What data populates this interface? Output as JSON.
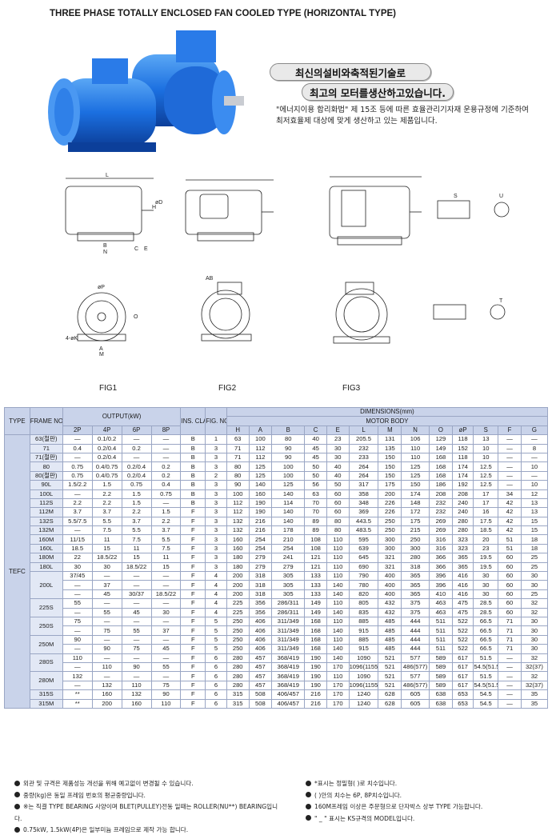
{
  "header": {
    "title": "THREE PHASE TOTALLY ENCLOSED FAN COOLED TYPE (HORIZONTAL TYPE)",
    "pill1": "최신의설비와축적된기술로",
    "pill2": "최고의 모터를생산하고있습니다.",
    "desc": "\"에너지이용 합리화법\" 제 15조 등에 따른 효율관리기자재 운용규정에 기준하여 최저효율제 대상에 맞게 생산하고 있는 제품입니다."
  },
  "figures": {
    "fig1": "FIG1",
    "fig2": "FIG2",
    "fig3": "FIG3",
    "dim_letters": [
      "L",
      "H",
      "B",
      "N",
      "C",
      "E",
      "øD",
      "A",
      "M",
      "4-øK",
      "øP",
      "O",
      "AB",
      "S",
      "U",
      "T"
    ]
  },
  "table": {
    "h_type": "TYPE",
    "h_frame": "FRAME NO.",
    "h_output": "OUTPUT(kW)",
    "h_ins": "INS. CLASS",
    "h_fig": "FIG. NO.",
    "h_dims": "DIMENSIONS(mm)",
    "h_body": "MOTOR BODY",
    "poles": [
      "2P",
      "4P",
      "6P",
      "8P"
    ],
    "dim_cols": [
      "H",
      "A",
      "B",
      "C",
      "E",
      "L",
      "M",
      "N",
      "O",
      "øP",
      "S",
      "F",
      "G"
    ],
    "type_label": "TEFC",
    "rows": [
      [
        "63(철판)",
        "—",
        "0.1/0.2",
        "—",
        "—",
        "B",
        "1",
        "63",
        "100",
        "80",
        "40",
        "23",
        "205.5",
        "131",
        "106",
        "129",
        "118",
        "13",
        "—",
        "—"
      ],
      [
        "71",
        "0.4",
        "0.2/0.4",
        "0.2",
        "—",
        "B",
        "3",
        "71",
        "112",
        "90",
        "45",
        "30",
        "232",
        "135",
        "110",
        "149",
        "152",
        "10",
        "—",
        "8"
      ],
      [
        "71(철판)",
        "—",
        "0.2/0.4",
        "—",
        "—",
        "B",
        "3",
        "71",
        "112",
        "90",
        "45",
        "30",
        "233",
        "150",
        "110",
        "168",
        "118",
        "10",
        "—",
        "—"
      ],
      [
        "80",
        "0.75",
        "0.4/0.75",
        "0.2/0.4",
        "0.2",
        "B",
        "3",
        "80",
        "125",
        "100",
        "50",
        "40",
        "264",
        "150",
        "125",
        "168",
        "174",
        "12.5",
        "—",
        "10"
      ],
      [
        "80(철판)",
        "0.75",
        "0.4/0.75",
        "0.2/0.4",
        "0.2",
        "B",
        "2",
        "80",
        "125",
        "100",
        "50",
        "40",
        "264",
        "150",
        "125",
        "168",
        "174",
        "12.5",
        "—",
        "—"
      ],
      [
        "90L",
        "1.5/2.2",
        "1.5",
        "0.75",
        "0.4",
        "B",
        "3",
        "90",
        "140",
        "125",
        "56",
        "50",
        "317",
        "175",
        "150",
        "186",
        "192",
        "12.5",
        "—",
        "10"
      ],
      [
        "100L",
        "—",
        "2.2",
        "1.5",
        "0.75",
        "B",
        "3",
        "100",
        "160",
        "140",
        "63",
        "60",
        "358",
        "200",
        "174",
        "208",
        "208",
        "17",
        "34",
        "12"
      ],
      [
        "112S",
        "2.2",
        "2.2",
        "1.5",
        "—",
        "B",
        "3",
        "112",
        "190",
        "114",
        "70",
        "60",
        "348",
        "226",
        "148",
        "232",
        "240",
        "17",
        "42",
        "13"
      ],
      [
        "112M",
        "3.7",
        "3.7",
        "2.2",
        "1.5",
        "F",
        "3",
        "112",
        "190",
        "140",
        "70",
        "60",
        "369",
        "226",
        "172",
        "232",
        "240",
        "16",
        "42",
        "13"
      ],
      [
        "132S",
        "5.5/7.5",
        "5.5",
        "3.7",
        "2.2",
        "F",
        "3",
        "132",
        "216",
        "140",
        "89",
        "80",
        "443.5",
        "250",
        "175",
        "269",
        "280",
        "17.5",
        "42",
        "15"
      ],
      [
        "132M",
        "—",
        "7.5",
        "5.5",
        "3.7",
        "F",
        "3",
        "132",
        "216",
        "178",
        "89",
        "80",
        "483.5",
        "250",
        "215",
        "269",
        "280",
        "18.5",
        "42",
        "15"
      ],
      [
        "160M",
        "11/15",
        "11",
        "7.5",
        "5.5",
        "F",
        "3",
        "160",
        "254",
        "210",
        "108",
        "110",
        "595",
        "300",
        "250",
        "316",
        "323",
        "20",
        "51",
        "18"
      ],
      [
        "160L",
        "18.5",
        "15",
        "11",
        "7.5",
        "F",
        "3",
        "160",
        "254",
        "254",
        "108",
        "110",
        "639",
        "300",
        "300",
        "316",
        "323",
        "23",
        "51",
        "18"
      ],
      [
        "180M",
        "22",
        "18.5/22",
        "15",
        "11",
        "F",
        "3",
        "180",
        "279",
        "241",
        "121",
        "110",
        "645",
        "321",
        "280",
        "366",
        "365",
        "19.5",
        "60",
        "25"
      ],
      [
        "180L",
        "30",
        "30",
        "18.5/22",
        "15",
        "F",
        "3",
        "180",
        "279",
        "279",
        "121",
        "110",
        "690",
        "321",
        "318",
        "366",
        "365",
        "19.5",
        "60",
        "25"
      ]
    ],
    "frame200": "200L",
    "rows200": [
      [
        "37/45",
        "—",
        "—",
        "—",
        "F",
        "4",
        "200",
        "318",
        "305",
        "133",
        "110",
        "790",
        "400",
        "365",
        "396",
        "416",
        "30",
        "60",
        "30"
      ],
      [
        "—",
        "37",
        "—",
        "—",
        "F",
        "4",
        "200",
        "318",
        "305",
        "133",
        "140",
        "780",
        "400",
        "365",
        "396",
        "416",
        "30",
        "60",
        "30"
      ],
      [
        "—",
        "45",
        "30/37",
        "18.5/22",
        "F",
        "4",
        "200",
        "318",
        "305",
        "133",
        "140",
        "820",
        "400",
        "365",
        "410",
        "416",
        "30",
        "60",
        "25"
      ]
    ],
    "groups": [
      {
        "frame": "225S",
        "rows": [
          [
            "55",
            "—",
            "—",
            "—",
            "F",
            "4",
            "225",
            "356",
            "286/311",
            "149",
            "110",
            "805",
            "432",
            "375",
            "463",
            "475",
            "28.5",
            "60",
            "32"
          ],
          [
            "—",
            "55",
            "45",
            "30",
            "F",
            "4",
            "225",
            "356",
            "286/311",
            "149",
            "140",
            "835",
            "432",
            "375",
            "463",
            "475",
            "28.5",
            "60",
            "32"
          ]
        ]
      },
      {
        "frame": "250S",
        "rows": [
          [
            "75",
            "—",
            "—",
            "—",
            "F",
            "5",
            "250",
            "406",
            "311/349",
            "168",
            "110",
            "885",
            "485",
            "444",
            "511",
            "522",
            "66.5",
            "71",
            "30"
          ],
          [
            "—",
            "75",
            "55",
            "37",
            "F",
            "5",
            "250",
            "406",
            "311/349",
            "168",
            "140",
            "915",
            "485",
            "444",
            "511",
            "522",
            "66.5",
            "71",
            "30"
          ]
        ]
      },
      {
        "frame": "250M",
        "rows": [
          [
            "90",
            "—",
            "—",
            "—",
            "F",
            "5",
            "250",
            "406",
            "311/349",
            "168",
            "110",
            "885",
            "485",
            "444",
            "511",
            "522",
            "66.5",
            "71",
            "30"
          ],
          [
            "—",
            "90",
            "75",
            "45",
            "F",
            "5",
            "250",
            "406",
            "311/349",
            "168",
            "140",
            "915",
            "485",
            "444",
            "511",
            "522",
            "66.5",
            "71",
            "30"
          ]
        ]
      },
      {
        "frame": "280S",
        "rows": [
          [
            "110",
            "—",
            "—",
            "—",
            "F",
            "6",
            "280",
            "457",
            "368/419",
            "190",
            "140",
            "1090",
            "521",
            "577",
            "589",
            "617",
            "51.5",
            "—",
            "32"
          ],
          [
            "—",
            "110",
            "90",
            "55",
            "F",
            "6",
            "280",
            "457",
            "368/419",
            "190",
            "170",
            "1096(1155)",
            "521",
            "486(577)",
            "589",
            "617",
            "54.5(51.5)",
            "—",
            "32(37)"
          ]
        ]
      },
      {
        "frame": "280M",
        "rows": [
          [
            "132",
            "—",
            "—",
            "—",
            "F",
            "6",
            "280",
            "457",
            "368/419",
            "190",
            "110",
            "1090",
            "521",
            "577",
            "589",
            "617",
            "51.5",
            "—",
            "32"
          ],
          [
            "—",
            "132",
            "110",
            "75",
            "F",
            "6",
            "280",
            "457",
            "368/419",
            "190",
            "170",
            "1096(1155)",
            "521",
            "486(577)",
            "589",
            "617",
            "54.5(51.5)",
            "—",
            "32(37)"
          ]
        ]
      }
    ],
    "tail": [
      [
        "315S",
        "**",
        "160",
        "132",
        "90",
        "F",
        "6",
        "315",
        "508",
        "406/457",
        "216",
        "170",
        "1240",
        "628",
        "605",
        "638",
        "653",
        "54.5",
        "—",
        "35"
      ],
      [
        "315M",
        "**",
        "200",
        "160",
        "110",
        "F",
        "6",
        "315",
        "508",
        "406/457",
        "216",
        "170",
        "1240",
        "628",
        "605",
        "638",
        "653",
        "54.5",
        "—",
        "35"
      ]
    ]
  },
  "notes": {
    "left": [
      "외관 및 규격은 제품성능 개선을 위해 예고없이 변경될 수 있습니다.",
      "중량(kg)은 동일 프레임 번호의 평균중량입니다.",
      "※는 직결 TYPE BEARING 사양이며 BLET(PULLEY)전동 일때는 ROLLER(NU**) BEARING입니다.",
      "0.75kW, 1.5kW(4P)은 일부미늄 프레임으로 제작 가능 합니다."
    ],
    "right": [
      "*표시는 정밀형(        )로 치수입니다.",
      "( )안의 치수는 6P, 8P치수입니다.",
      "160M프레임 이상은 주문형으로 단자박스 상부 TYPE 가능합니다.",
      "\" _ \" 표시는 KS규격의 MODEL입니다."
    ]
  }
}
